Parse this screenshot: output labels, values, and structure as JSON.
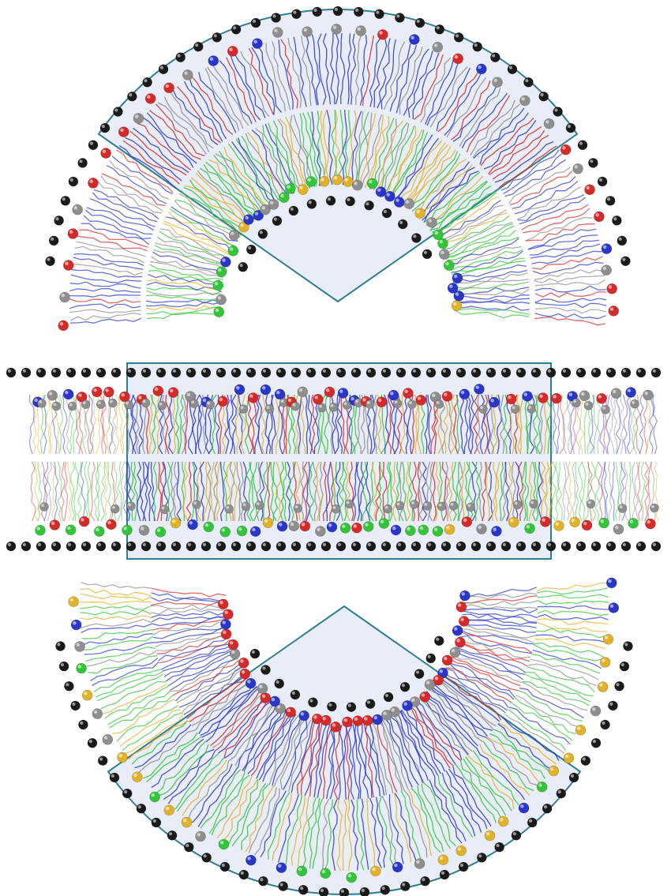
{
  "figure": {
    "panels": [
      {
        "id": "top",
        "geometry": "cylinder-outer-convex"
      },
      {
        "id": "middle",
        "geometry": "planar-bilayer"
      },
      {
        "id": "bottom",
        "geometry": "cylinder-inner-concave"
      }
    ],
    "lipid_colors": {
      "red": "#d42a2a",
      "blue": "#2a36c8",
      "green": "#33c43a",
      "yellow": "#e0b22a",
      "gray": "#8e8e8e"
    },
    "wall_bead_color": "#1a1a1a",
    "box_fill": "#e9edf8",
    "box_stroke": "#2f7f8f"
  }
}
